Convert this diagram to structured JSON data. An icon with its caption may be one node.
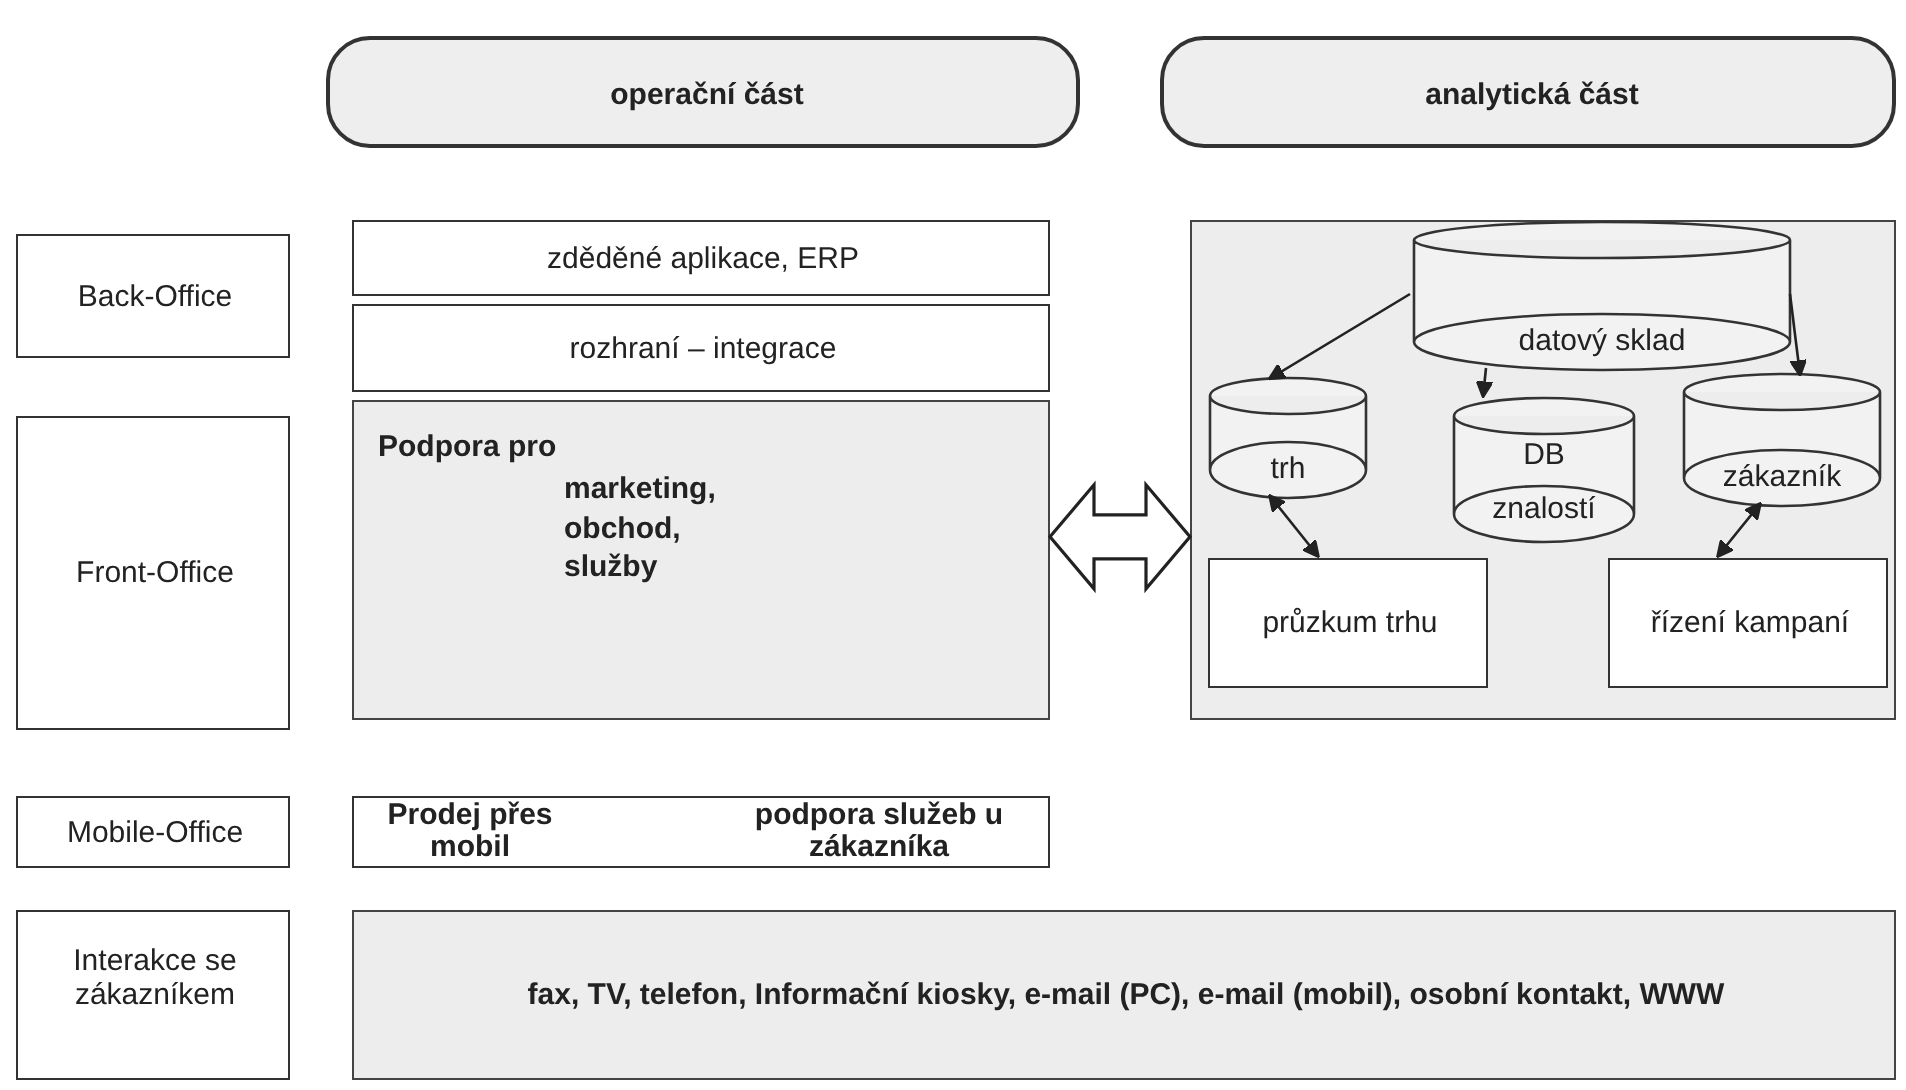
{
  "diagram": {
    "nodes": [
      {
        "text": [
          "operační část"
        ]
      },
      {
        "text": [
          "analytická část"
        ]
      },
      {
        "text": [
          "Back-Office"
        ]
      },
      {
        "text": [
          "Front-Office"
        ]
      },
      {
        "text": [
          "Mobile-Office"
        ]
      },
      {
        "text": [
          "Interakce se zákazníkem"
        ]
      },
      {
        "text": [
          "zděděné aplikace, ERP"
        ]
      },
      {
        "text": [
          "rozhraní – integrace"
        ]
      },
      {
        "text": [
          "Podpora pro",
          "marketing, obchod, služby"
        ]
      },
      {
        "text": [],
        "shape": "box"
      },
      {
        "text": [
          "datový sklad"
        ],
        "in": 9
      },
      {
        "text": [
          "trh"
        ],
        "in": 9
      },
      {
        "text": [
          "DB",
          "znalostí"
        ],
        "in": 9
      },
      {
        "text": [
          "zákazník"
        ],
        "in": 9
      },
      {
        "text": [
          "průzkum trhu"
        ],
        "in": 9
      },
      {
        "text": [
          "řízení kampaní"
        ],
        "in": 9
      },
      {
        "text": [
          "Prodej přes mobil",
          "podpora služeb u zákazníka"
        ]
      },
      {
        "text": [
          "fax, TV, telefon, Informační kiosky, e-mail (PC), e-mail (mobil), osobní kontakt, WWW"
        ]
      }
    ],
    "edges": [
      {
        "from": 10,
        "to": 11,
        "arrow": "to"
      },
      {
        "from": 10,
        "to": 12,
        "arrow": "to"
      },
      {
        "from": 10,
        "to": 13,
        "arrow": "to"
      },
      {
        "from": 11,
        "to": 14,
        "arrow": "both"
      },
      {
        "from": 13,
        "to": 15,
        "arrow": "both"
      },
      {
        "from": 8,
        "to": 9,
        "arrow": "both",
        "style": "thick"
      }
    ]
  }
}
